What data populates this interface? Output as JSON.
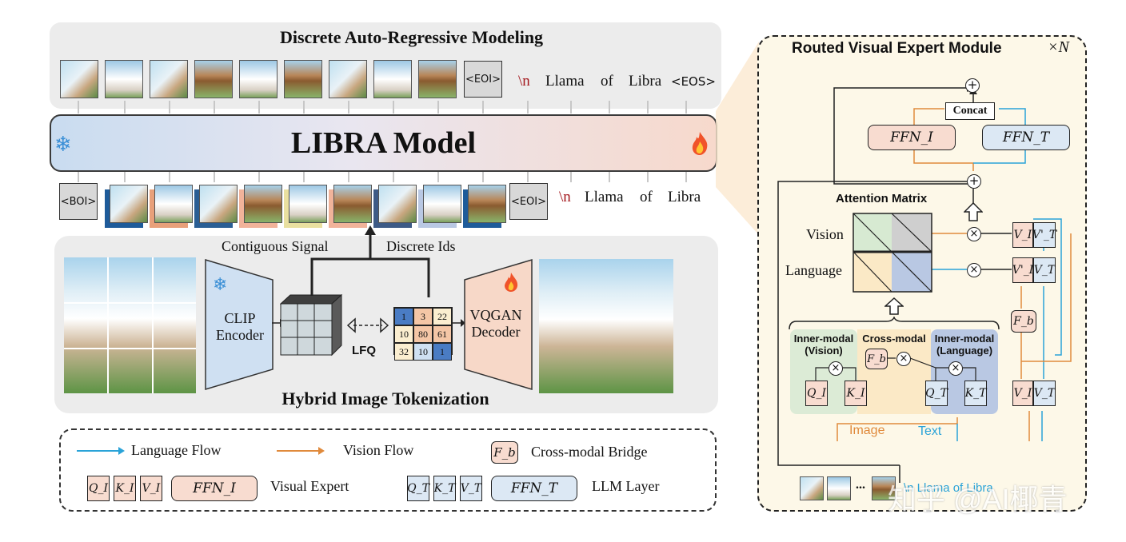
{
  "top": {
    "title": "Discrete Auto-Regressive Modeling",
    "eoi": "<EOI>",
    "newline": "\\n",
    "words": [
      "Llama",
      "of",
      "Libra"
    ],
    "eos": "<EOS>"
  },
  "model": {
    "title": "LIBRA Model",
    "left_icon": "snowflake-icon",
    "right_icon": "fire-icon"
  },
  "input_row": {
    "boi": "<BOI>",
    "eoi": "<EOI>",
    "newline": "\\n",
    "words": [
      "Llama",
      "of",
      "Libra"
    ]
  },
  "tokenization": {
    "title": "Hybrid Image Tokenization",
    "contiguous": "Contiguous Signal",
    "discrete": "Discrete Ids",
    "clip_line1": "CLIP",
    "clip_line2": "Encoder",
    "vqgan_line1": "VQGAN",
    "vqgan_line2": "Decoder",
    "lfq": "LFQ",
    "grid": [
      [
        "1",
        "3",
        "22"
      ],
      [
        "10",
        "80",
        "61"
      ],
      [
        "32",
        "10",
        "1"
      ]
    ]
  },
  "legend": {
    "language_flow": "Language Flow",
    "vision_flow": "Vision Flow",
    "bridge_symbol": "F_b",
    "bridge": "Cross-modal Bridge",
    "visual_expert": "Visual Expert",
    "llm_layer": "LLM Layer",
    "q_i": "Q_I",
    "k_i": "K_I",
    "v_i": "V_I",
    "ffn_i": "FFN_I",
    "q_t": "Q_T",
    "k_t": "K_T",
    "v_t": "V_T",
    "ffn_t": "FFN_T"
  },
  "module": {
    "title": "Routed Visual Expert Module",
    "times": "×N",
    "concat": "Concat",
    "ffn_i": "FFN_I",
    "ffn_t": "FFN_T",
    "attention": "Attention Matrix",
    "vision": "Vision",
    "language": "Language",
    "inner_vision_1": "Inner-modal",
    "inner_vision_2": "(Vision)",
    "cross": "Cross-modal",
    "inner_lang_1": "Inner-modal",
    "inner_lang_2": "(Language)",
    "image": "Image",
    "text": "Text",
    "fb": "F_b",
    "qi": "Q_I",
    "ki": "K_I",
    "qt": "Q_T",
    "kt": "K_T",
    "vi": "V_I",
    "vt": "V_T",
    "vt_prime": "V'_T",
    "vi_prime": "V'_I",
    "ellipsis": "...",
    "bottom_text": "\\n Llama of Libra"
  },
  "watermark": "知乎 @AI椰青",
  "colors": {
    "vision_flow": "#e08a3c",
    "language_flow": "#2aa3d8"
  }
}
